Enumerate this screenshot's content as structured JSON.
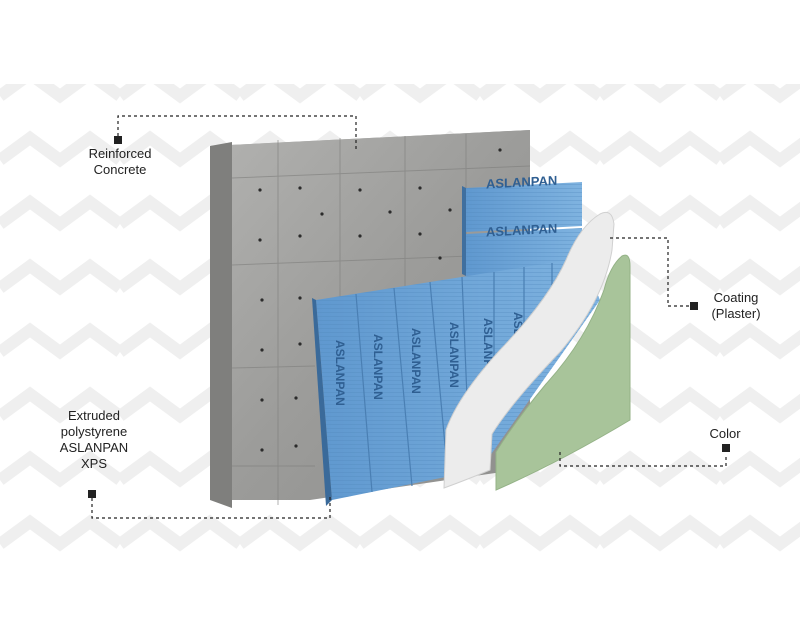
{
  "brand": {
    "name": "ASLANPAN",
    "colors": {
      "concrete": "#9a9a98",
      "xps_blue": "#6fa6d8",
      "plaster": "#ececec",
      "color_layer": "#a8c49a",
      "background_pattern": "#f1f1f1",
      "line": "#222222"
    }
  },
  "layers": [
    {
      "id": "concrete",
      "label": "Reinforced\nConcrete"
    },
    {
      "id": "coating",
      "label": "Coating\n(Plaster)"
    },
    {
      "id": "xps",
      "label": "Extruded\npolystyrene\nASLANPAN\nXPS"
    },
    {
      "id": "color",
      "label": "Color"
    }
  ]
}
